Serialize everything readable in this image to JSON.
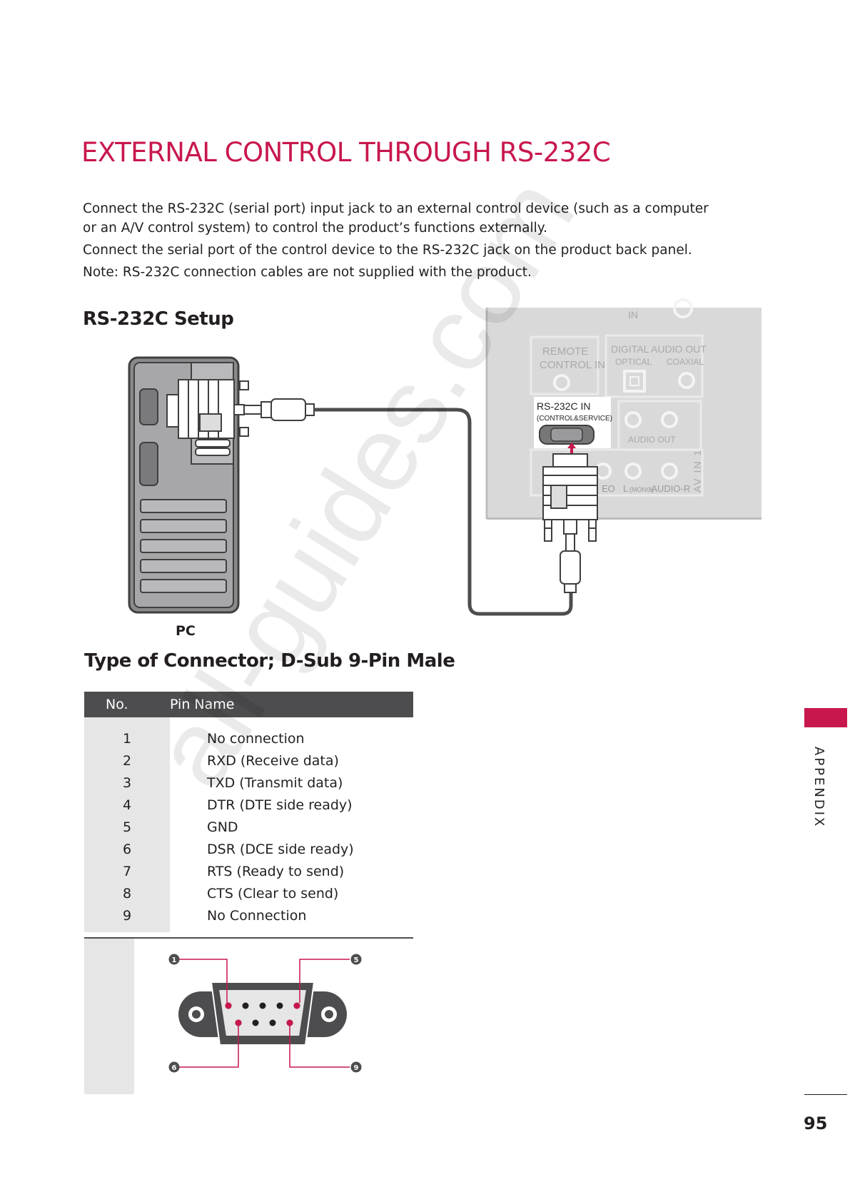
{
  "title": "EXTERNAL CONTROL THROUGH RS-232C",
  "intro": {
    "line1": "Connect the RS-232C (serial port) input jack to an external control device (such as a computer",
    "line2": "or an A/V control system) to control the product’s functions externally.",
    "line3": "Connect the serial port of the control device to the RS-232C jack on the product back panel.",
    "line4": "Note: RS-232C connection cables are not supplied with the product."
  },
  "setup": {
    "heading": "RS-232C Setup",
    "pc_label": "PC",
    "tv_panel": {
      "antenna_in": "IN",
      "remote_control_in_1": "REMOTE",
      "remote_control_in_2": "CONTROL IN",
      "digital_audio_out": "DIGITAL AUDIO OUT",
      "optical": "OPTICAL",
      "coaxial": "COAXIAL",
      "rs232c_in": "RS-232C IN",
      "control_service": "(CONTROL&SERVICE)",
      "audio_out": "AUDIO OUT",
      "video": "EO",
      "audio_l": "L",
      "mono": "(MONO)",
      "audio_r": "-AUDIO-R",
      "av_in": "AV IN 1"
    }
  },
  "connector": {
    "heading": "Type of Connector; D-Sub 9-Pin Male",
    "columns": {
      "no": "No.",
      "pin_name": "Pin Name"
    },
    "pins": [
      {
        "no": "1",
        "name": "No connection"
      },
      {
        "no": "2",
        "name": "RXD (Receive data)"
      },
      {
        "no": "3",
        "name": "TXD (Transmit data)"
      },
      {
        "no": "4",
        "name": "DTR (DTE side ready)"
      },
      {
        "no": "5",
        "name": "GND"
      },
      {
        "no": "6",
        "name": "DSR (DCE side ready)"
      },
      {
        "no": "7",
        "name": "RTS (Ready to send)"
      },
      {
        "no": "8",
        "name": "CTS (Clear to send)"
      },
      {
        "no": "9",
        "name": "No Connection"
      }
    ],
    "pin_callouts": {
      "p1": "1",
      "p5": "5",
      "p6": "6",
      "p9": "9"
    }
  },
  "side_label": "APPENDIX",
  "page_number": "95",
  "watermark": "all-guides.com",
  "colors": {
    "accent": "#c8174d",
    "table_header": "#4d4d4f",
    "panel": "#e6e6e6"
  }
}
